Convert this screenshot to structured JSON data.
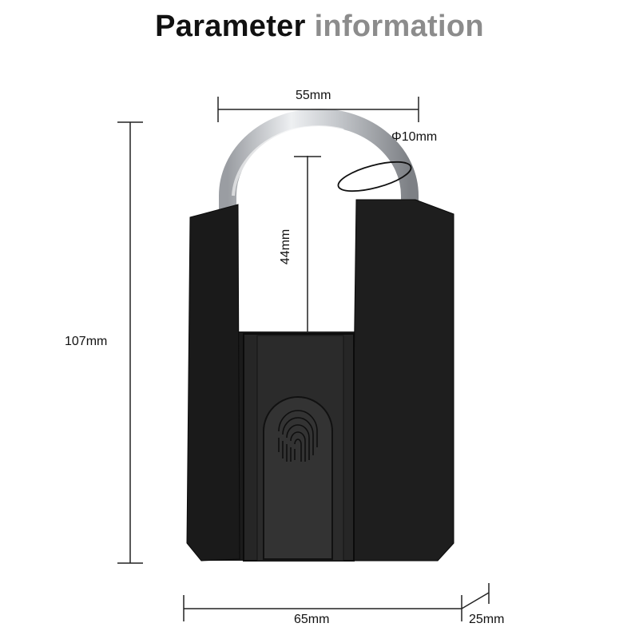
{
  "title": {
    "part1": "Parameter",
    "part2": "information"
  },
  "dimensions": {
    "shackle_width": "55mm",
    "shackle_diameter": "Φ10mm",
    "shackle_height": "44mm",
    "total_height": "107mm",
    "body_width": "65mm",
    "body_depth": "25mm"
  },
  "colors": {
    "title_primary": "#111111",
    "title_secondary": "#8c8c8c",
    "lock_body": "#1c1c1c",
    "shackle": "#b9bcc0"
  }
}
